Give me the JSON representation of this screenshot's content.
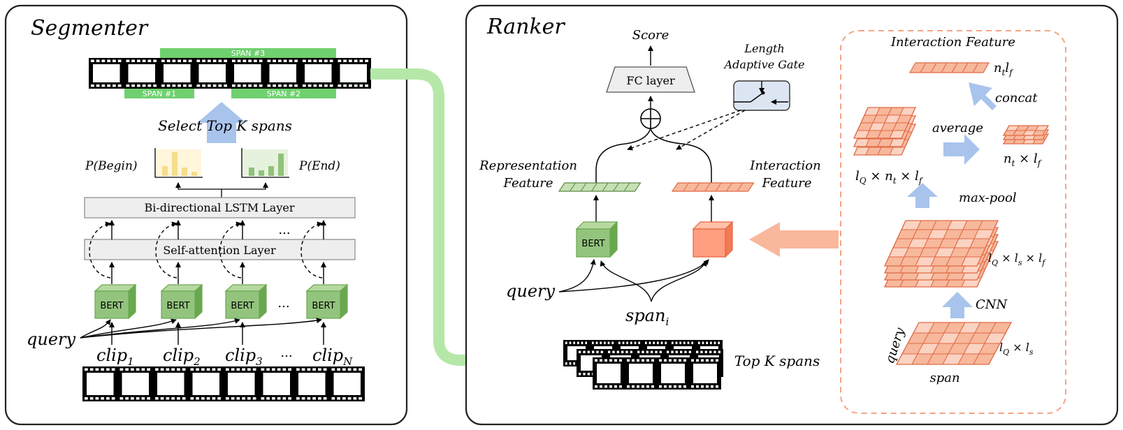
{
  "segmenter": {
    "title": "Segmenter",
    "spans": {
      "span3": "SPAN  #3",
      "span1": "SPAN  #1",
      "span2": "SPAN  #2"
    },
    "select_label": "Select  Top K spans",
    "p_begin": "P(Begin)",
    "p_end": "P(End)",
    "lstm_layer": "Bi-directional LSTM Layer",
    "self_attention_layer": "Self-attention Layer",
    "ellipsis": "...",
    "bert": "BERT",
    "query": "query",
    "clips": [
      {
        "base": "clip",
        "sub": "1"
      },
      {
        "base": "clip",
        "sub": "2"
      },
      {
        "base": "clip",
        "sub": "3"
      },
      {
        "base": "clip",
        "sub": "N"
      }
    ],
    "colors": {
      "span_green": "#6fd06f",
      "bert_green": "#93c47d",
      "arrow_blue": "#a9c4ec"
    }
  },
  "ranker": {
    "title": "Ranker",
    "score": "Score",
    "fc_layer": "FC layer",
    "gate_line1": "Length",
    "gate_line2": "Adaptive Gate",
    "rep_feature_line1": "Representation",
    "rep_feature_line2": "Feature",
    "int_feature_line1": "Interaction",
    "int_feature_line2": "Feature",
    "bert": "BERT",
    "query": "query",
    "span_base": "span",
    "span_sub": "i",
    "top_k_spans": "Top K spans",
    "colors": {
      "rep_green": "#c5e0b4",
      "int_orange": "#f4a582",
      "cube_orange": "#ff9e80"
    }
  },
  "interaction_panel": {
    "title": "Interaction Feature",
    "concat": "concat",
    "average": "average",
    "max_pool": "max-pool",
    "cnn": "CNN",
    "query": "query",
    "span": "span",
    "dims_top": "n_t l_f",
    "dims_small": "n_t × l_f",
    "dims_three": "l_Q × n_t × l_f",
    "dims_mid": "l_Q × l_s × l_f",
    "dims_base": "l_Q × l_s"
  }
}
